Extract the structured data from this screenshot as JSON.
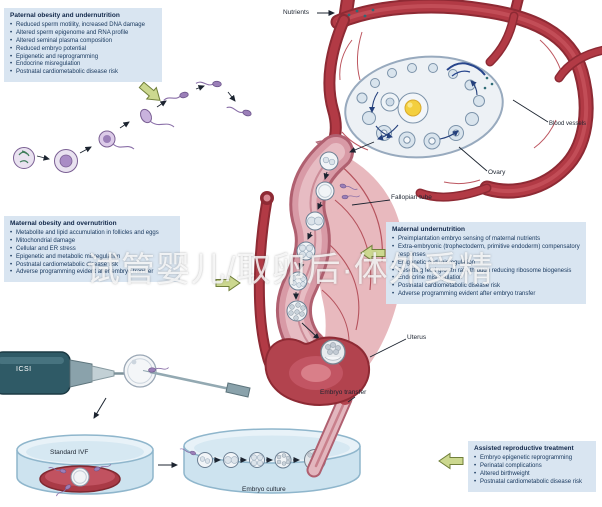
{
  "watermark": "试管婴儿/取卵后·体外受精",
  "boxes": {
    "paternal": {
      "title": "Paternal obesity and undernutrition",
      "items": [
        "Reduced sperm motility, increased DNA damage",
        "Altered sperm epigenome and RNA profile",
        "Altered seminal plasma composition",
        "Reduced embryo potential",
        "Epigenetic and reprogramming",
        "Endocrine misregulation",
        "Postnatal cardiometabolic disease risk"
      ]
    },
    "maternal_obesity": {
      "title": "Maternal obesity and overnutrition",
      "items": [
        "Metabolite and lipid accumulation in follicles and eggs",
        "Mitochondrial damage",
        "Cellular and ER stress",
        "Epigenetic and metabolic misregulation",
        "Postnatal cardiometabolic disease risk",
        "Adverse programming evident after embryo transfer"
      ]
    },
    "maternal_undernutrition": {
      "title": "Maternal undernutrition",
      "items": [
        "Preimplantation embryo sensing of maternal nutrients",
        "Extra-embryonic (trophectoderm, primitive endoderm) compensatory responses",
        "Epigenetic and misregulation",
        "Resetting fetal growth rate through reducing ribosome biogenesis",
        "Endocrine misregulation",
        "Postnatal cardiometabolic disease risk",
        "Adverse programming evident after embryo transfer"
      ]
    },
    "art": {
      "title": "Assisted reproductive treatment",
      "items": [
        "Embryo epigenetic reprogramming",
        "Perinatal complications",
        "Altered birthweight",
        "Postnatal cardiometabolic disease risk"
      ]
    }
  },
  "labels": {
    "nutrients": "Nutrients",
    "blood_vessels": "Blood vessels",
    "ovary": "Ovary",
    "fallopian_tube": "Fallopian tube",
    "uterus": "Uterus",
    "embryo_transfer": "Embryo transfer",
    "icsi": "ICSI",
    "standard_ivf": "Standard IVF",
    "embryo_culture": "Embryo culture"
  },
  "colors": {
    "box_bg": "#d9e5f1",
    "box_text": "#16365c",
    "vessel_red": "#b23a45",
    "vessel_dark": "#8e2a34",
    "tube_pink": "#d89aa6",
    "green_arrow": "#ccd88f",
    "dish_blue": "#cde3ef",
    "follicle_yellow": "#f3cf3e",
    "sperm_purple": "#9b7fb8"
  }
}
